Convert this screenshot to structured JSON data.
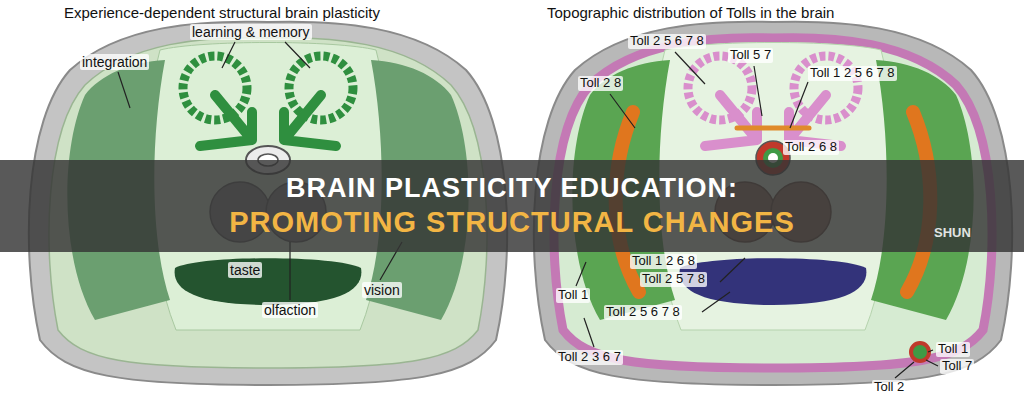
{
  "diagram": {
    "nodes": [
      {
        "text": [
          "BRAIN PLASTICITY EDUCATION:",
          "PROMOTING STRUCTURAL CHANGES"
        ]
      }
    ],
    "labels": [
      "Experience-dependent structural brain plasticity",
      "learning & memory",
      "integration",
      "taste",
      "olfaction",
      "vision",
      "Topographic distribution of Tolls in the brain",
      "Toll 2 5 6 7 8",
      "Toll 5 7",
      "Toll 1 2 5 6 7 8",
      "Toll 2 8",
      "Toll 2 6 8",
      "Toll 1 2 6 8",
      "Toll 2 5 7 8",
      "Toll 1",
      "Toll 2 5 6 7 8",
      "Toll 2 3 6 7",
      "Toll 1",
      "Toll 7",
      "Toll 2",
      "SHUN"
    ]
  }
}
